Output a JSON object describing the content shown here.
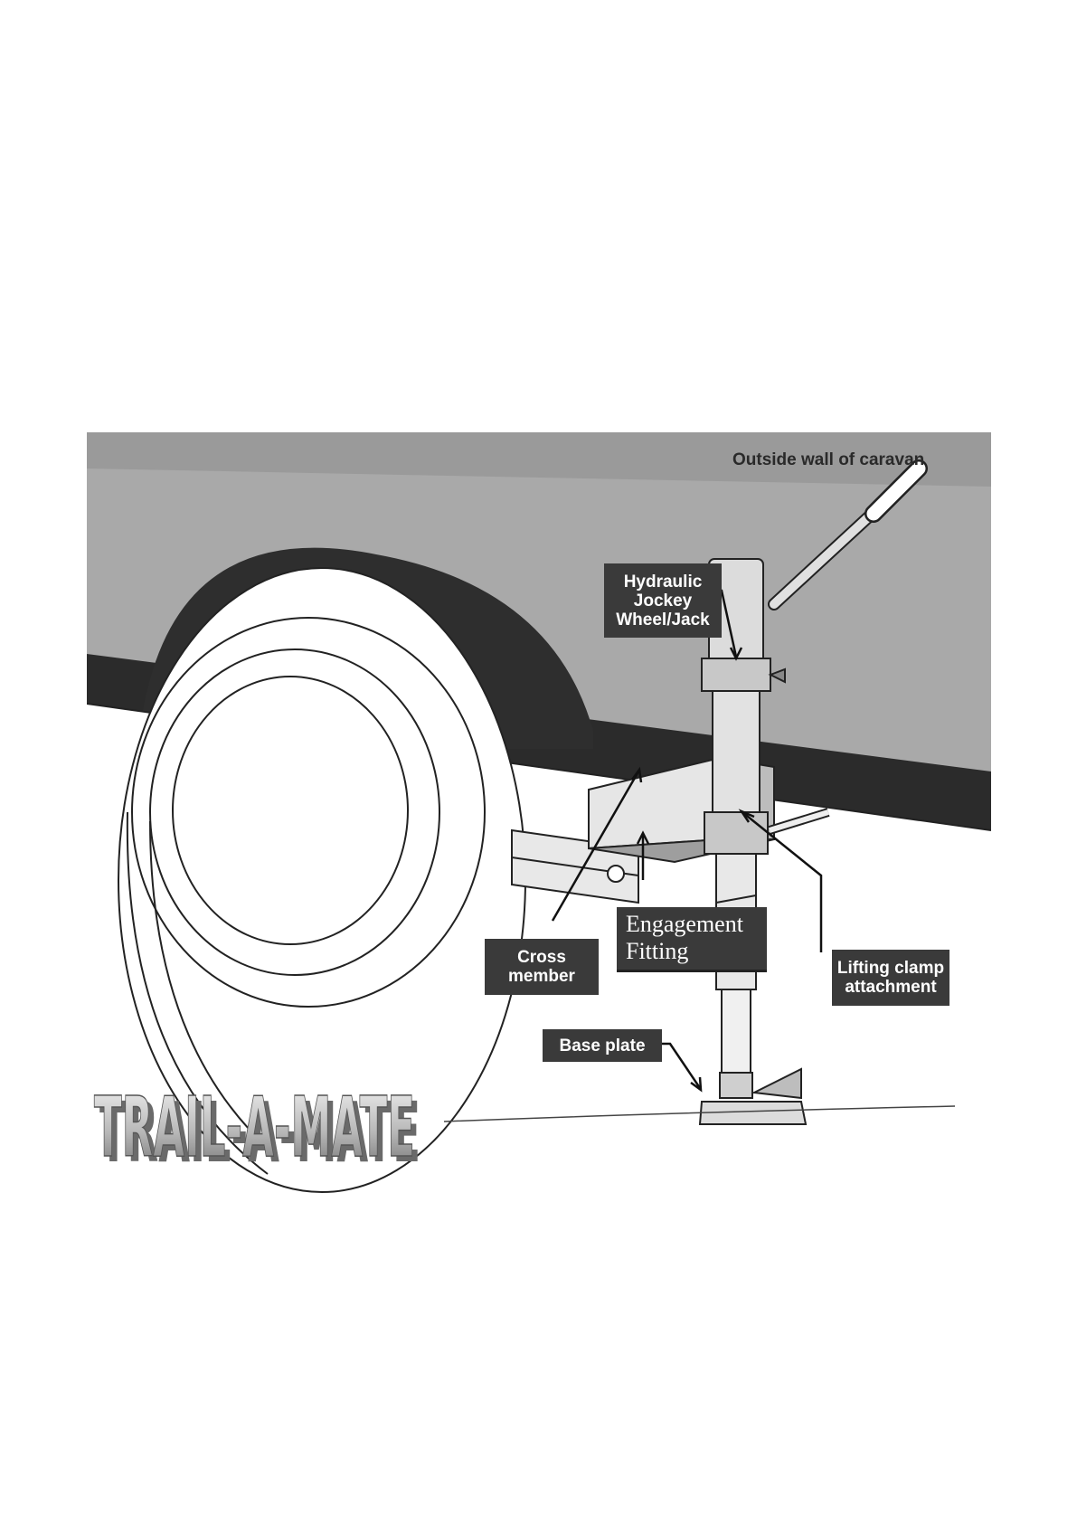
{
  "diagram": {
    "wall_label": "Outside wall of caravan",
    "labels": {
      "jack": "Hydraulic\nJockey\nWheel/Jack",
      "cross_member": "Cross\nmember",
      "engagement": "Engagement\nFitting",
      "lifting_clamp": "Lifting clamp\nattachment",
      "base_plate": "Base plate"
    },
    "logo_text": "TRAIL-A-MATE"
  }
}
